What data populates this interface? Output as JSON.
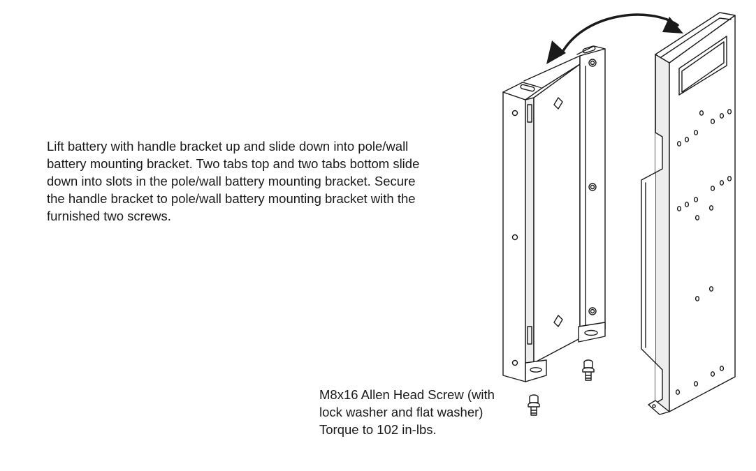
{
  "instruction": {
    "lines": [
      "Lift battery with handle bracket up and slide down into pole/wall",
      "battery mounting bracket.  Two tabs top and two tabs bottom slide",
      "down into slots in the pole/wall battery mounting bracket.  Secure",
      "the handle bracket to pole/wall battery mounting bracket with the",
      "furnished two screws."
    ]
  },
  "callout": {
    "lines": [
      "M8x16 Allen Head Screw (with",
      "lock washer and flat washer)",
      "Torque to 102 in-lbs."
    ]
  },
  "colors": {
    "line": "#1a1a1a",
    "fill": "#ffffff",
    "shade": "#e8e8e8"
  }
}
